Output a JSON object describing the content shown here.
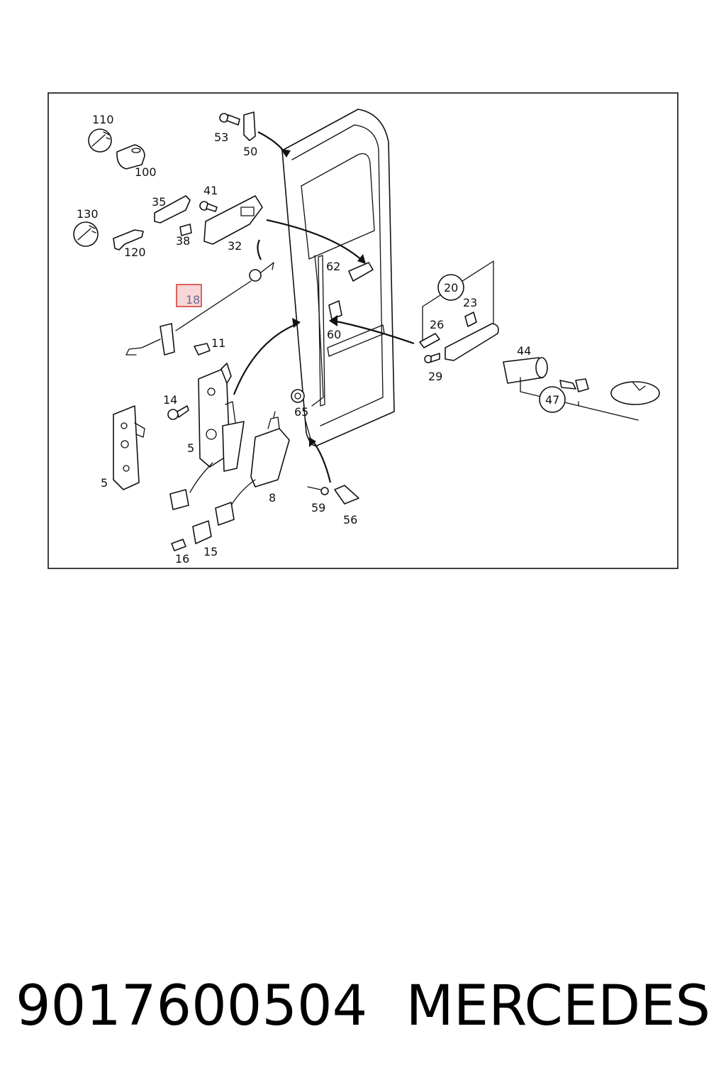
{
  "diagram": {
    "callouts": {
      "c110": "110",
      "c100": "100",
      "c53": "53",
      "c50": "50",
      "c35": "35",
      "c41": "41",
      "c38": "38",
      "c32": "32",
      "c130": "130",
      "c120": "120",
      "c62": "62",
      "c18": "18",
      "c11": "11",
      "c14": "14",
      "c5a": "5",
      "c5b": "5",
      "c20": "20",
      "c23": "23",
      "c26": "26",
      "c60": "60",
      "c29": "29",
      "c44": "44",
      "c47": "47",
      "c65": "65",
      "c8": "8",
      "c59": "59",
      "c56": "56",
      "c16": "16",
      "c15": "15"
    },
    "highlighted_callout": "18",
    "highlight_color": "#d9534f",
    "line_color": "#111111"
  },
  "caption": {
    "part_number": "9017600504",
    "brand": "MERCEDES"
  }
}
